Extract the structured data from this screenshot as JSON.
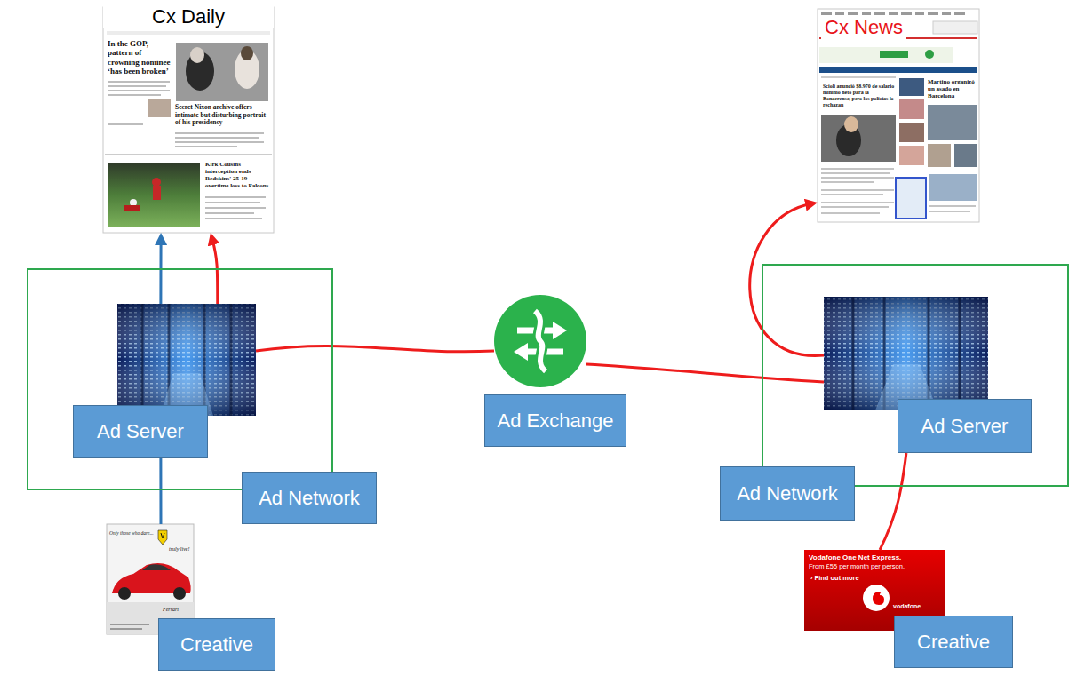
{
  "diagram": {
    "nodes": [
      {
        "text": [
          "Cx Daily"
        ]
      },
      {
        "text": [
          "Cx News"
        ]
      },
      {
        "text": [
          "Ad Network"
        ]
      },
      {
        "text": [
          "Ad Server"
        ],
        "in": 2
      },
      {
        "text": [
          "Ad Exchange"
        ]
      },
      {
        "text": [
          "Ad Network"
        ]
      },
      {
        "text": [
          "Ad Server"
        ],
        "in": 5
      },
      {
        "text": [
          "Creative"
        ]
      },
      {
        "text": [
          "Creative"
        ]
      }
    ],
    "edges": [
      {
        "from": 7,
        "to": 3,
        "arrow": "none"
      },
      {
        "from": 3,
        "to": 0,
        "arrow": "to"
      },
      {
        "from": 3,
        "to": 0,
        "arrow": "to"
      },
      {
        "from": 3,
        "to": 4,
        "arrow": "none"
      },
      {
        "from": 4,
        "to": 6,
        "arrow": "none"
      },
      {
        "from": 8,
        "to": 6,
        "arrow": "none"
      },
      {
        "from": 6,
        "to": 1,
        "arrow": "to"
      }
    ],
    "labels": [
      "In the GOP, pattern of crowning nominee ‘has been broken’",
      "Secret Nixon archive offers intimate but disturbing portrait of his presidency",
      "Kirk Cousins interception ends Redskins' 25-19 overtime loss to Falcons",
      "Scioli anunció $8.970 de salario mínimo neto para la Bonaerense, pero los policías lo rechazan",
      "Martino organizó un asado en Barcelona",
      "Only those who dare...",
      "truly live!",
      "Ferrari",
      "Vodafone One Net Express.",
      "From £55 per month per person.",
      "› Find out more",
      "vodafone"
    ]
  }
}
